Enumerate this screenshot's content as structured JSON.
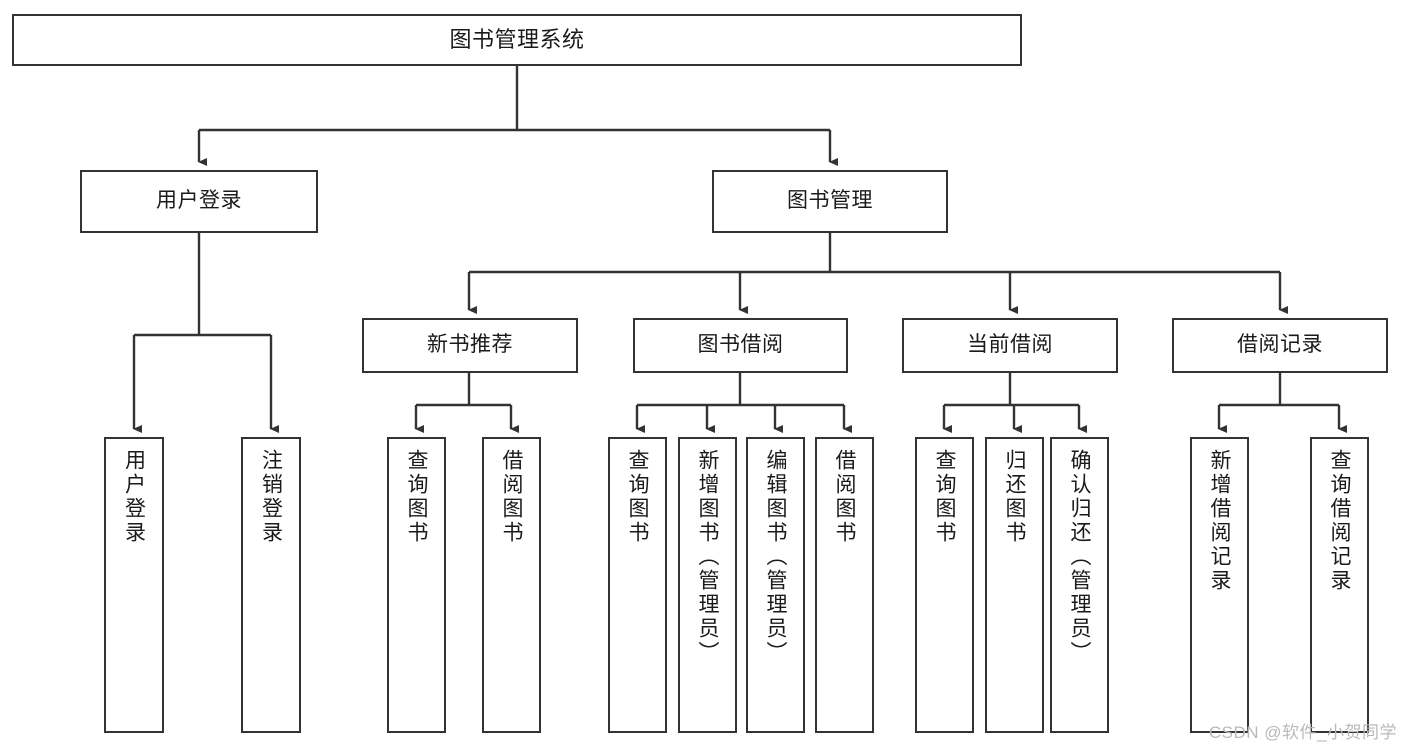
{
  "diagram": {
    "title": "图书管理系统",
    "type": "tree-hierarchy-chart",
    "root": {
      "label": "图书管理系统"
    },
    "level2": [
      {
        "label": "用户登录"
      },
      {
        "label": "图书管理"
      }
    ],
    "level3": [
      {
        "label": "新书推荐"
      },
      {
        "label": "图书借阅"
      },
      {
        "label": "当前借阅"
      },
      {
        "label": "借阅记录"
      }
    ],
    "leaves": [
      {
        "label": "用户登录",
        "parent": "用户登录"
      },
      {
        "label": "注销登录",
        "parent": "用户登录"
      },
      {
        "label": "查询图书",
        "parent": "新书推荐"
      },
      {
        "label": "借阅图书",
        "parent": "新书推荐"
      },
      {
        "label": "查询图书",
        "parent": "图书借阅"
      },
      {
        "label": "新增图书（管理员）",
        "parent": "图书借阅"
      },
      {
        "label": "编辑图书（管理员）",
        "parent": "图书借阅"
      },
      {
        "label": "借阅图书",
        "parent": "图书借阅"
      },
      {
        "label": "查询图书",
        "parent": "当前借阅"
      },
      {
        "label": "归还图书",
        "parent": "当前借阅"
      },
      {
        "label": "确认归还（管理员）",
        "parent": "当前借阅"
      },
      {
        "label": "新增借阅记录",
        "parent": "借阅记录"
      },
      {
        "label": "查询借阅记录",
        "parent": "借阅记录"
      }
    ]
  },
  "watermark": {
    "text": "CSDN @软件_小贺同学"
  },
  "colors": {
    "stroke": "#333333",
    "fill": "#ffffff",
    "text": "#1a1a1a",
    "watermark": "#b9b9b9"
  }
}
